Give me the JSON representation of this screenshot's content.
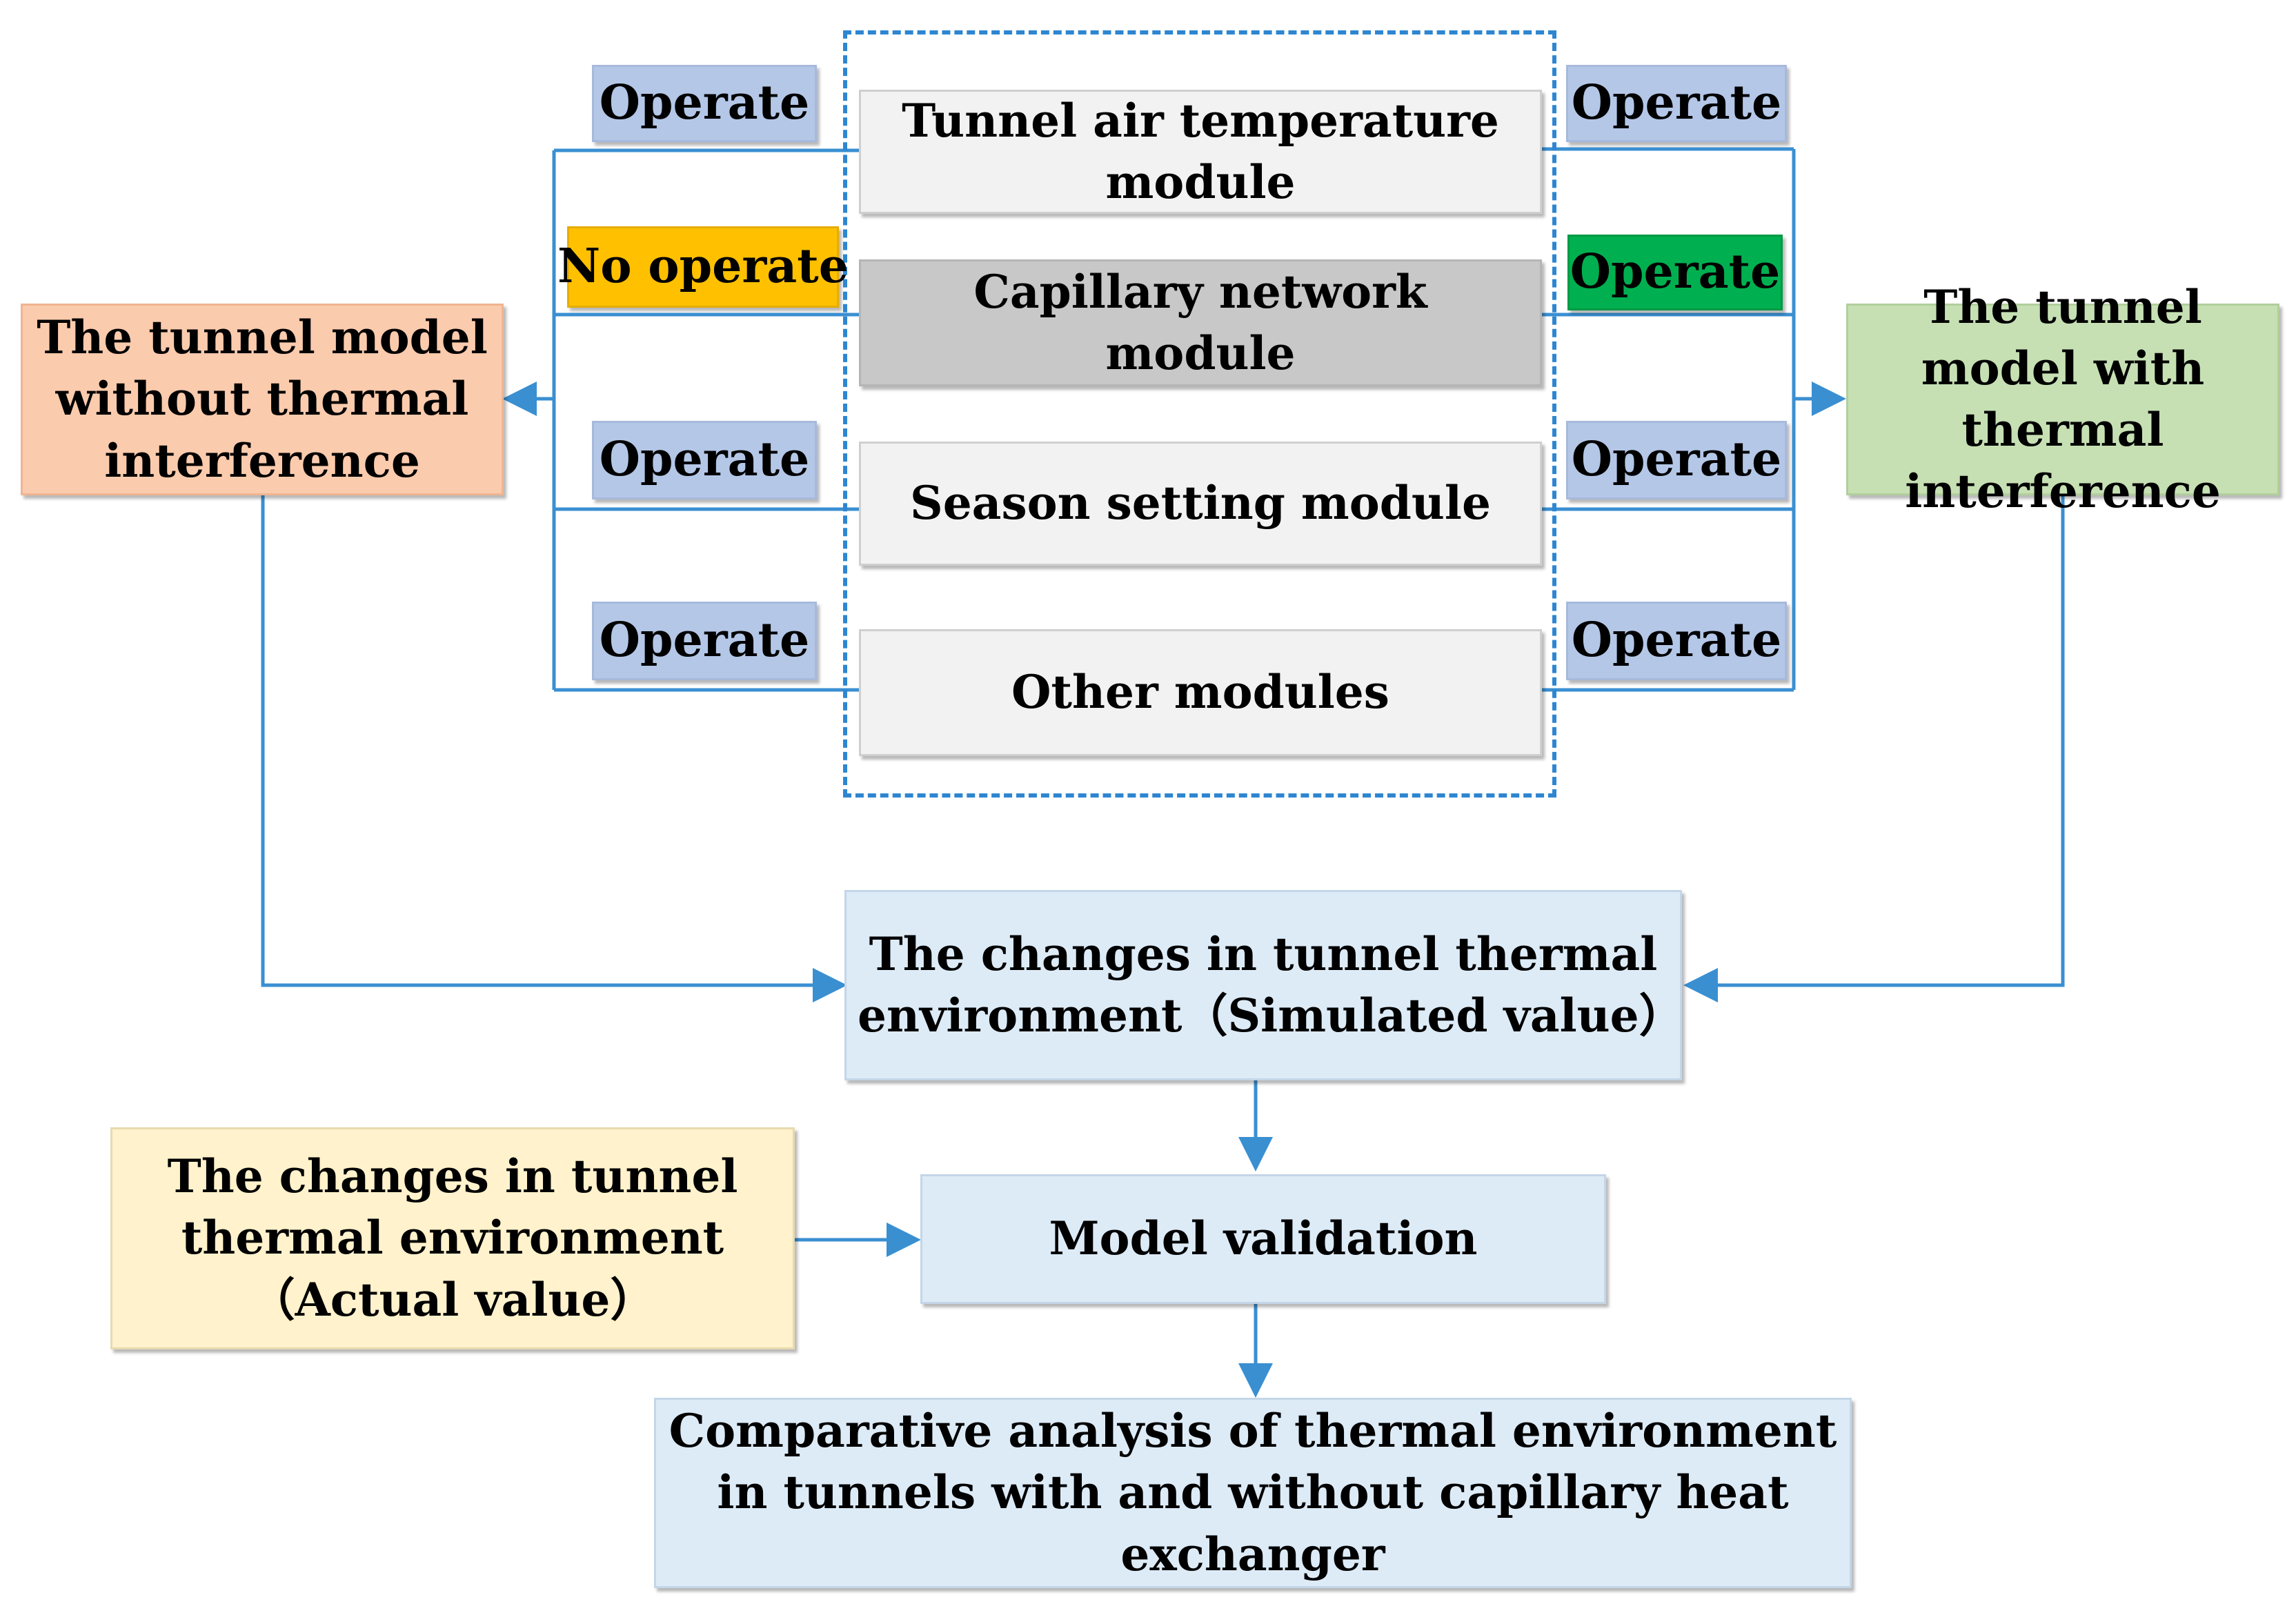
{
  "modules": [
    {
      "label": "Tunnel air temperature module",
      "active": false
    },
    {
      "label": "Capillary network module",
      "active": true
    },
    {
      "label": "Season setting module",
      "active": false
    },
    {
      "label": "Other modules",
      "active": false
    }
  ],
  "left_tags": [
    "Operate",
    "No operate",
    "Operate",
    "Operate"
  ],
  "right_tags": [
    "Operate",
    "Operate",
    "Operate",
    "Operate"
  ],
  "left_model": "The tunnel model without thermal interference",
  "right_model": "The tunnel model with thermal interference",
  "simulated": "The changes in tunnel thermal environment（Simulated value）",
  "actual": "The changes in tunnel thermal environment（Actual value）",
  "validation": "Model validation",
  "analysis": "Comparative analysis of thermal environment in tunnels with and without capillary heat exchanger",
  "colors": {
    "line": "#3a8fd1",
    "operate": "#b4c7e7",
    "no_operate": "#ffc000",
    "operate_on": "#00b050",
    "left_model": "#fbcbad",
    "right_model": "#c6e0b4",
    "flow": "#ddebf7",
    "actual": "#fff2cc"
  }
}
